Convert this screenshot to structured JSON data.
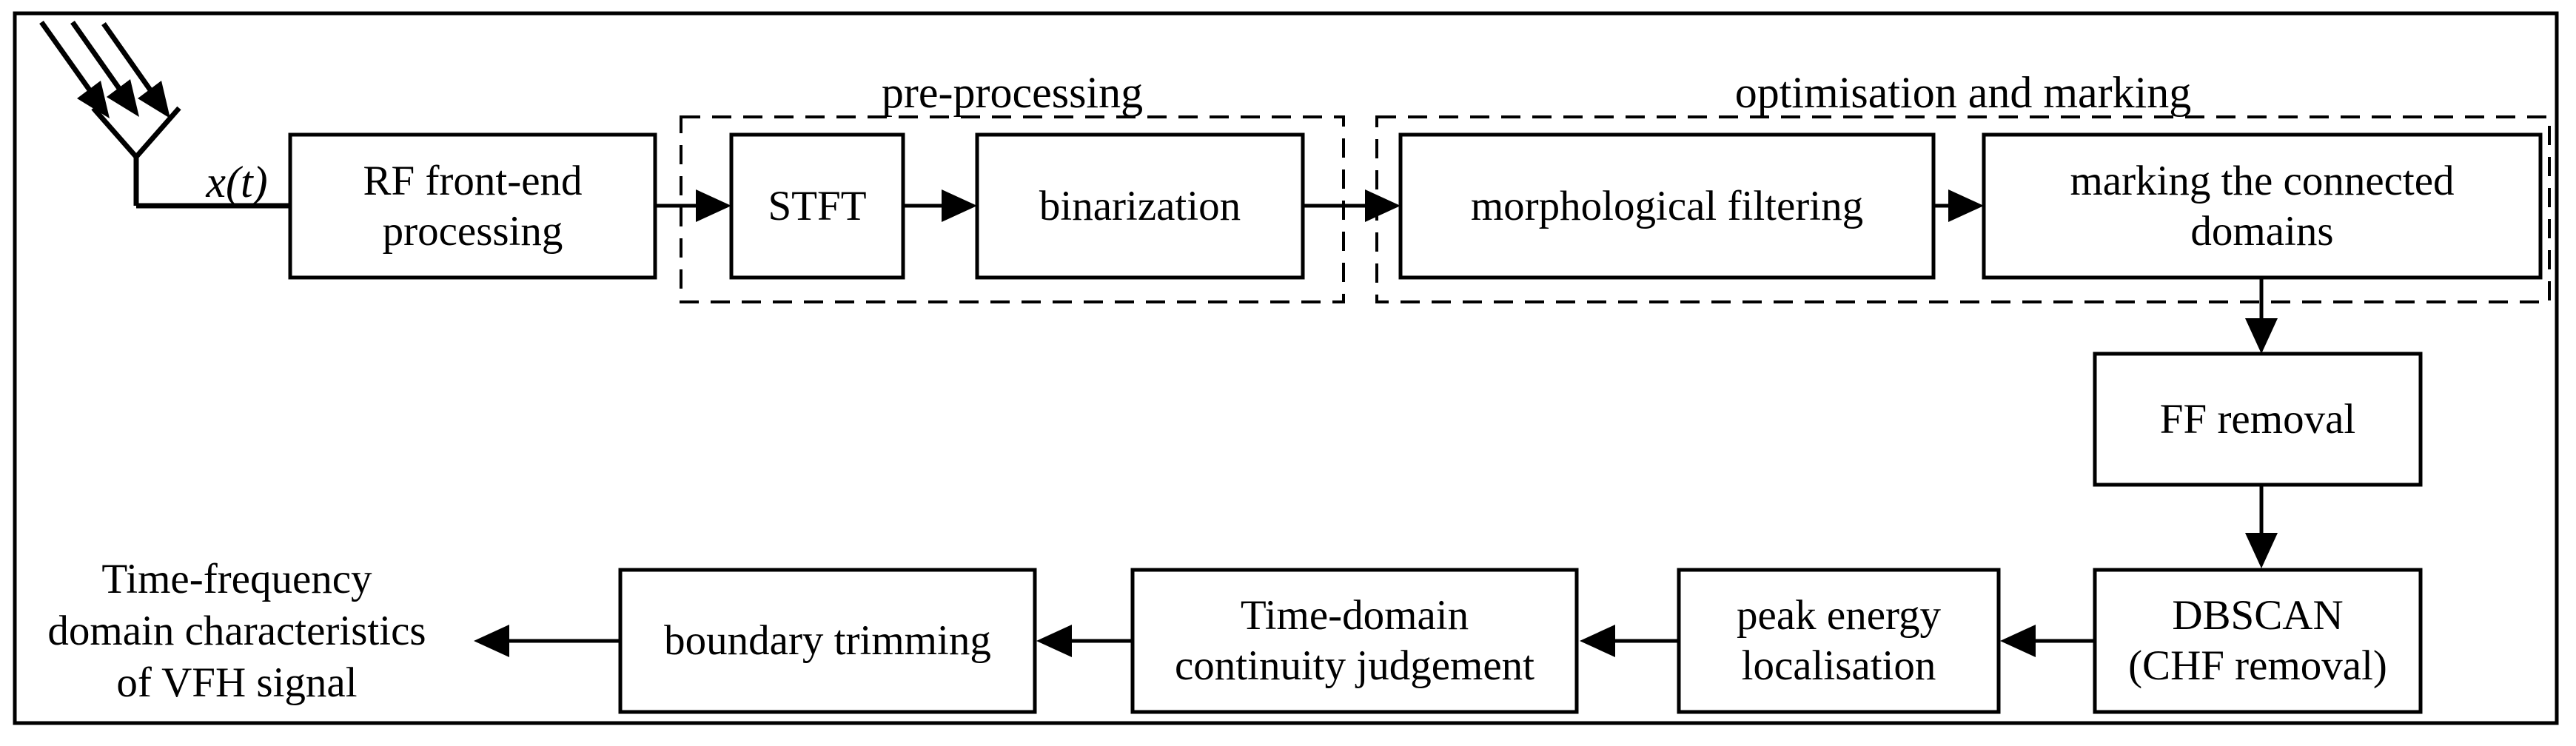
{
  "diagram": {
    "signal_label": "x(t)",
    "groups": {
      "preprocessing": "pre-processing",
      "optimisation": "optimisation and marking"
    },
    "blocks": {
      "rf": [
        "RF front-end",
        "processing"
      ],
      "stft": "STFT",
      "binarization": "binarization",
      "morphological": "morphological filtering",
      "marking": [
        "marking the connected",
        "domains"
      ],
      "ff": "FF removal",
      "dbscan": [
        "DBSCAN",
        "(CHF removal)"
      ],
      "peak": [
        "peak energy",
        "localisation"
      ],
      "timedomain": [
        "Time-domain",
        "continuity judgement"
      ],
      "boundary": "boundary trimming"
    },
    "output": {
      "line1": "Time-frequency",
      "line2": "domain characteristics",
      "line3": "of VFH signal"
    },
    "colors": {
      "stroke": "#000000",
      "background": "#ffffff"
    }
  }
}
